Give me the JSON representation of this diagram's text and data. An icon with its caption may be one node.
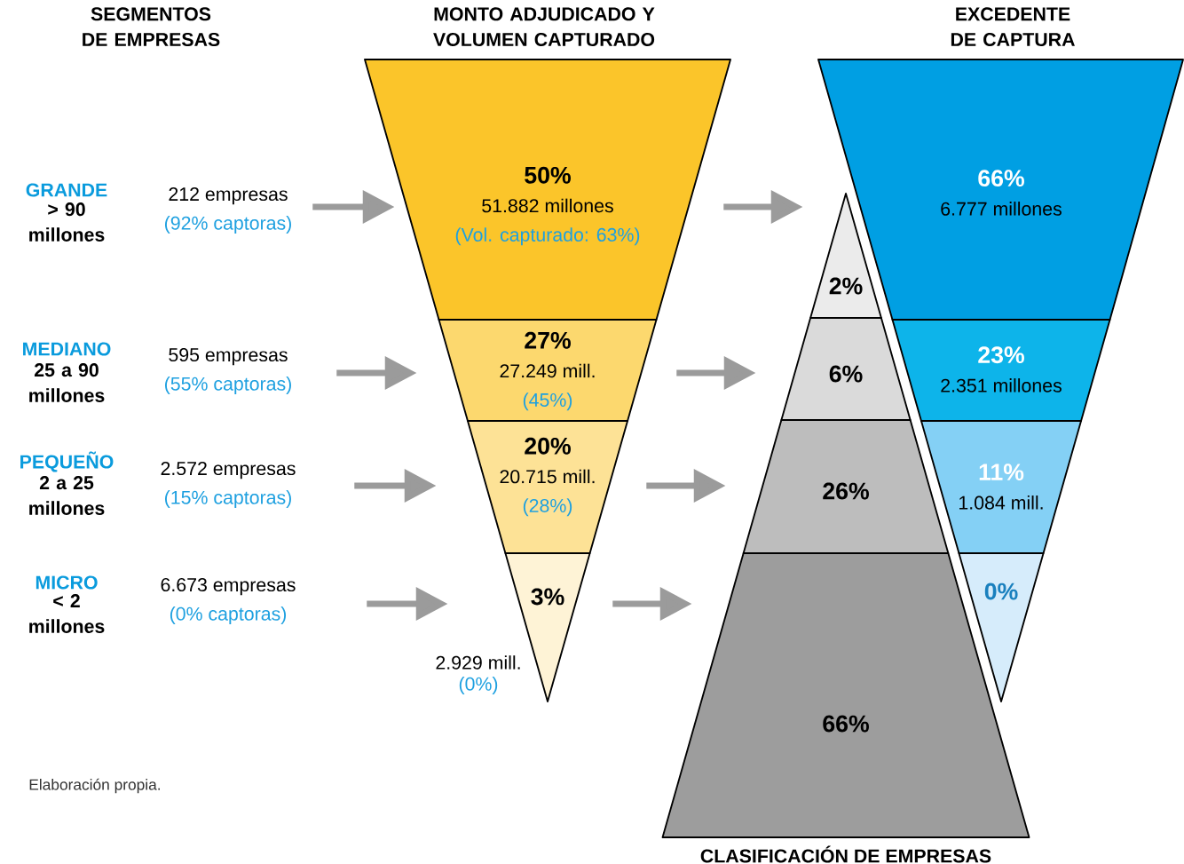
{
  "diagram": {
    "nodes": [
      {
        "text": [
          "212 empresas",
          "(92% captoras)"
        ]
      },
      {
        "text": [
          "595 empresas",
          "(55% captoras)"
        ]
      },
      {
        "text": [
          "2.572 empresas",
          "(15% captoras)"
        ]
      },
      {
        "text": [
          "6.673 empresas",
          "(0% captoras)"
        ]
      },
      {
        "text": [
          "50%",
          "51.882 millones",
          "(Vol. capturado: 63%)"
        ]
      },
      {
        "text": [
          "27%",
          "27.249 mill.",
          "(45%)"
        ]
      },
      {
        "text": [
          "20%",
          "20.715 mill.",
          "(28%)"
        ]
      },
      {
        "text": [
          "3%"
        ],
        "beside": [
          "2.929 mill.",
          "(0%)"
        ]
      },
      {
        "text": [
          "2%"
        ]
      },
      {
        "text": [
          "6%"
        ]
      },
      {
        "text": [
          "26%"
        ]
      },
      {
        "text": [
          "66%"
        ]
      },
      {
        "text": [
          "66%",
          "6.777 millones"
        ]
      },
      {
        "text": [
          "23%",
          "2.351 millones"
        ]
      },
      {
        "text": [
          "11%",
          "1.084 mill."
        ]
      },
      {
        "text": [
          "0%"
        ]
      }
    ],
    "edges": [
      {
        "from": 0,
        "to": 4,
        "arrow": "to"
      },
      {
        "from": 1,
        "to": 5,
        "arrow": "to"
      },
      {
        "from": 2,
        "to": 6,
        "arrow": "to"
      },
      {
        "from": 3,
        "to": 7,
        "arrow": "to"
      },
      {
        "from": 4,
        "to": 8,
        "arrow": "to"
      },
      {
        "from": 5,
        "to": 9,
        "arrow": "to"
      },
      {
        "from": 6,
        "to": 10,
        "arrow": "to"
      },
      {
        "from": 7,
        "to": 11,
        "arrow": "to"
      }
    ],
    "labels": [
      "SEGMENTOS DE EMPRESAS",
      "MONTO ADJUDICADO Y VOLUMEN CAPTURADO",
      "EXCEDENTE DE CAPTURA",
      "GRANDE",
      "> 90 millones",
      "MEDIANO",
      "25 a 90 millones",
      "PEQUEÑO",
      "2 a 25 millones",
      "MICRO",
      "< 2 millones",
      "Elaboración propia.",
      "CLASIFICACIÓN DE EMPRESAS"
    ]
  }
}
